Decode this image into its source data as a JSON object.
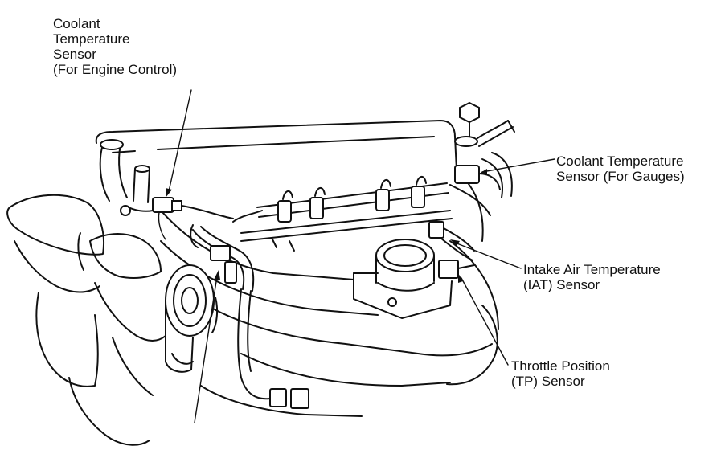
{
  "labels": {
    "ect_engine": {
      "line1": "Coolant",
      "line2": "Temperature",
      "line3": "Sensor",
      "line4": "(For Engine Control)"
    },
    "ect_gauge": {
      "line1": "Coolant Temperature",
      "line2": "Sensor (For Gauges)"
    },
    "iat": {
      "line1": "Intake Air Temperature",
      "line2": "(IAT) Sensor"
    },
    "tp": {
      "line1": "Throttle Position",
      "line2": "(TP) Sensor"
    }
  },
  "colors": {
    "ink": "#111111",
    "background": "#ffffff"
  }
}
